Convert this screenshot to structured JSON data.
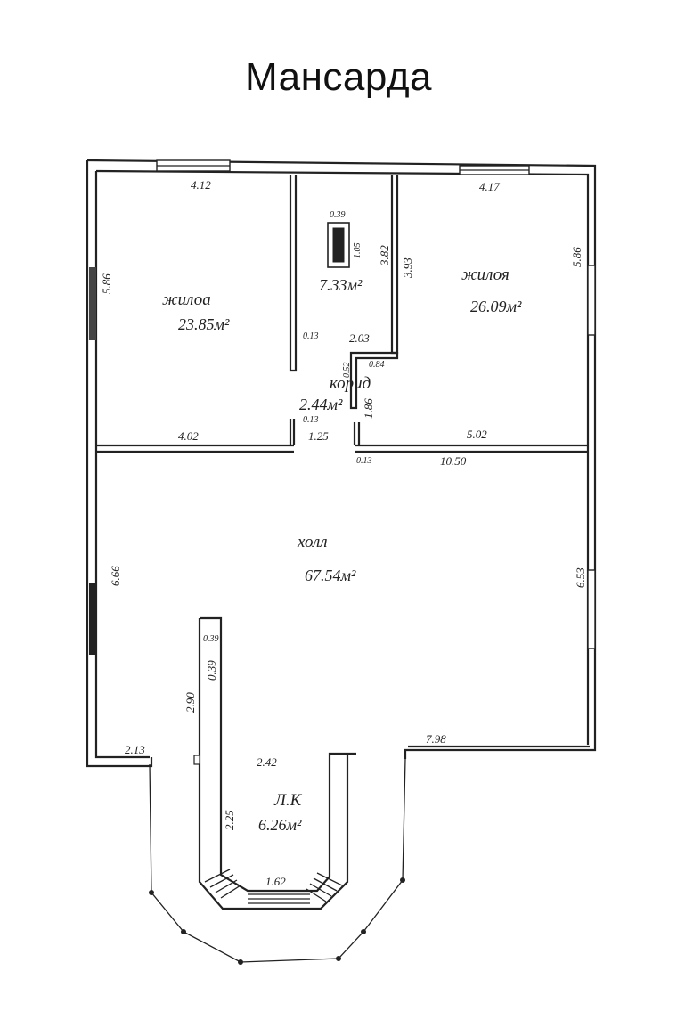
{
  "title": "Мансарда",
  "rooms": {
    "living_left": {
      "name": "жилоа",
      "area": "23.85м²"
    },
    "living_right": {
      "name": "жилоя",
      "area": "26.09м²"
    },
    "storage": {
      "area": "7.33м²"
    },
    "corridor": {
      "name": "корид",
      "area": "2.44м²"
    },
    "hall": {
      "name": "холл",
      "area": "67.54м²"
    },
    "stair": {
      "name": "Л.К",
      "area": "6.26м²"
    }
  },
  "dimensions": {
    "top_left": "4.12",
    "top_right": "4.17",
    "left_room_height": "5.86",
    "right_room_height": "5.86",
    "niche_width": "0.39",
    "niche_depth": "1.05",
    "storage_depth_a": "3.82",
    "storage_depth_b": "3.93",
    "corridor_top": "2.03",
    "corridor_step_a": "0.84",
    "corridor_step_b": "0.52",
    "corridor_height": "1.86",
    "wall_a": "0.13",
    "wall_b": "0.13",
    "wall_c": "0.13",
    "corridor_width": "1.25",
    "left_room_width": "4.02",
    "right_room_width": "5.02",
    "hall_width": "10.50",
    "hall_left_height": "6.66",
    "hall_right_height": "6.53",
    "partition_width": "0.39",
    "partition_width_b": "0.39",
    "partition_length": "2.90",
    "bottom_left": "2.13",
    "bottom_right": "7.98",
    "stair_width": "2.42",
    "stair_depth": "2.25",
    "bay_window": "1.62"
  }
}
